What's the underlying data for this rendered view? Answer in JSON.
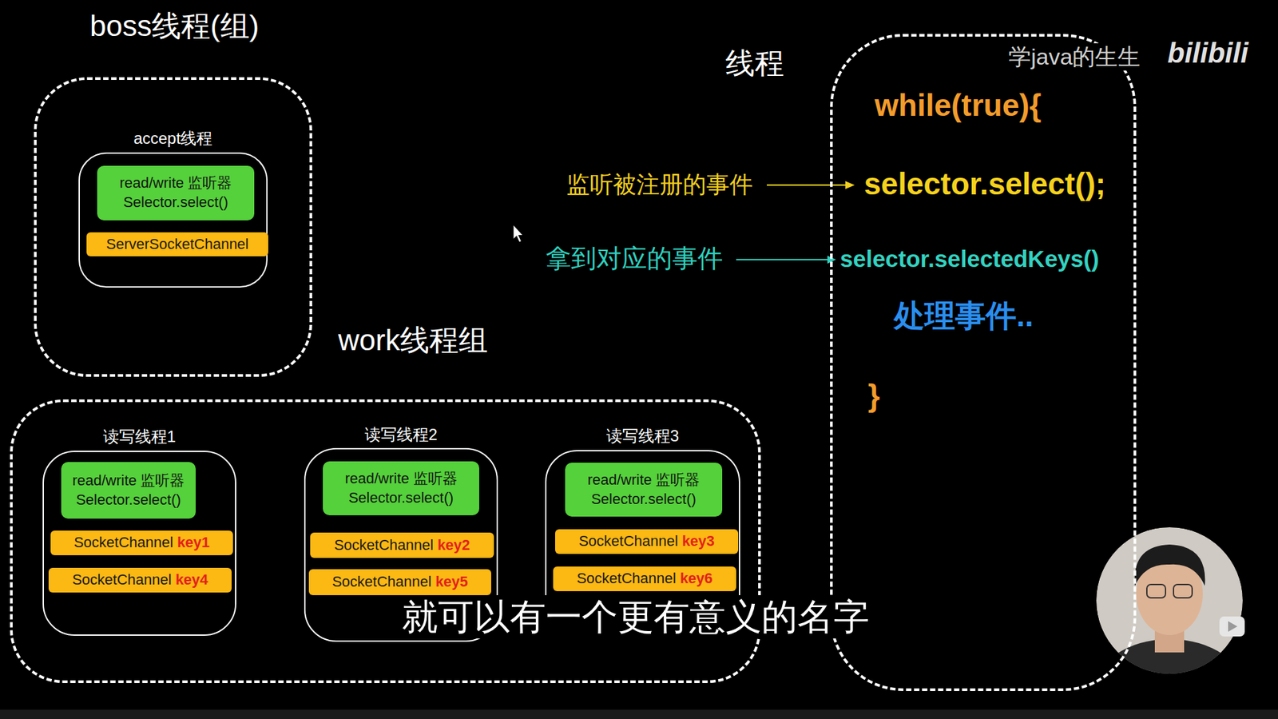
{
  "diagram": {
    "caption": "就可以有一个更有意义的名字",
    "nodes": [
      {
        "text": [
          "boss线程(组)"
        ]
      },
      {
        "text": [
          "accept线程"
        ],
        "in": 0
      },
      {
        "text": [
          "read/write 监听器 Selector.select()"
        ],
        "in": 1
      },
      {
        "text": [
          "ServerSocketChannel"
        ],
        "in": 1
      },
      {
        "text": [
          "线程",
          "while(true){",
          "selector.select();",
          "selector.selectedKeys()",
          "处理事件..",
          "}"
        ]
      },
      {
        "text": [
          "work线程组"
        ]
      },
      {
        "text": [
          "读写线程1"
        ],
        "in": 5
      },
      {
        "text": [
          "read/write 监听器 Selector.select()"
        ],
        "in": 6
      },
      {
        "text": [
          "SocketChannel",
          "key1"
        ],
        "in": 6
      },
      {
        "text": [
          "SocketChannel",
          "key4"
        ],
        "in": 6
      },
      {
        "text": [
          "读写线程2"
        ],
        "in": 5
      },
      {
        "text": [
          "read/write 监听器 Selector.select()"
        ],
        "in": 10
      },
      {
        "text": [
          "SocketChannel",
          "key2"
        ],
        "in": 10
      },
      {
        "text": [
          "SocketChannel",
          "key5"
        ],
        "in": 10
      },
      {
        "text": [
          "读写线程3"
        ],
        "in": 5
      },
      {
        "text": [
          "read/write 监听器 Selector.select()"
        ],
        "in": 14
      },
      {
        "text": [
          "SocketChannel",
          "key3"
        ],
        "in": 14
      },
      {
        "text": [
          "SocketChannel",
          "key6"
        ],
        "in": 14
      }
    ],
    "labels": [
      "监听被注册的事件",
      "拿到对应的事件",
      "学java的生生",
      "bilibili"
    ]
  }
}
